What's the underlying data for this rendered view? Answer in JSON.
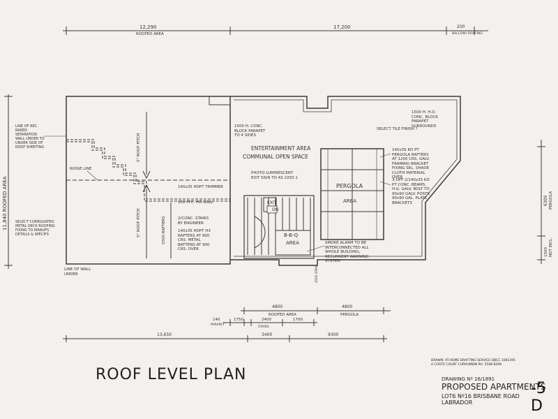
{
  "plan": {
    "title": "ROOF LEVEL PLAN",
    "top_dims": {
      "left": "12,290",
      "left_sub": "ROOFED AREA",
      "mid": "17,200",
      "right": "200",
      "right_sub": "BALCONY ROOFING"
    },
    "left_dims": {
      "main": "11,840 ROOFED AREA"
    },
    "right_dims": {
      "upper": "6300",
      "upper_sub": "PERGOLA",
      "lower": "1500",
      "lower_sub": "NOT INCL."
    },
    "bottom_dims": {
      "row1_a": "4800",
      "row1_a_sub": "ROOFED AREA",
      "row1_b": "4800",
      "row1_b_sub": "PERGOLA",
      "row2_a": "140",
      "row2_a_sub": "PARAPET",
      "row2_b": "1750",
      "row2_c": "2400",
      "row2_d": "1700",
      "row2_d_sub": "STAIRS",
      "row3_a": "13,650",
      "row3_b": "3400",
      "row3_c": "9300",
      "small_v": "4500 STAIR"
    },
    "notes": {
      "line_of_wall": "LINE OF REC. RAKED SEPARATION WALL UNDER TO UNDER SIDE OF ROOF SHEETING",
      "ridge": "RIDGE LINE",
      "roof_pitch_1": "5° ROOF PITCH",
      "roof_pitch_2": "5° ROOF PITCH",
      "rafters": "5500 RAFTERS",
      "select_corr": "SELECT CORRUGATED METAL DECK ROOFING FIXING TO MANUFS DETAILS & SPECIFS",
      "wall_under": "LINE OF WALL UNDER",
      "parapet_1": "1500 H. CONC. BLOCK PARAPET TO 4 SIDES",
      "parapet_2": "1500 H. H.D. CONC. BLOCK PARAPET SURROUNDS",
      "tile_finish": "SELECT TILE FINISH ?",
      "entertainment": "ENTERTAINMENT AREA",
      "communal": "COMMUNAL OPEN SPACE",
      "photo_lum": "PHOTO LUMINESCENT EXIT SIGN TO AS 2293.1",
      "pergola_note": "140x35 KD PT PERGOLA RAFTERS AT 1200 CRS. GALV. FRAMING BRACKET FIXING SEL. SHADE CLOTH MATERIAL OVER",
      "pergola": "PERGOLA",
      "area": "AREA",
      "beams": "3-OFF 2/140x35 KD PT CONC. BEAMS, H.G. GALV. BOLT TO 90x90 GALV. POSTS 90x90 GAL. PLATE BRACKETS",
      "trimmer": "140x35 HDPT TRIMMER",
      "galv_150": "150 PFC. HD GALV.",
      "conc_stairs": "2/CONC. STAIRS BY ENGINEER",
      "rafters_2": "140x35 HDPT H3 RAFTERS AT 900 CRS. METAL BATTENS AT 900 CRS. OVER",
      "exit": "EXIT",
      "on": "ON",
      "bbq": "B-B-Q",
      "bbq_area": "AREA",
      "smoke": "SMOKE ALARM TO BE INTERCONNECTED ALL WHOLE BUILDING, RECURRENT WARNING SYSTEM"
    }
  },
  "title_block": {
    "drawn": "DRAWN: AT-HOME DRAFTING SERVICE QBCC 1081295",
    "drawn_addr": "4 COOTE COURT CURRUMBIN  PH: 5598 8299",
    "drawing_no": "DRAWING Nº 16/1891",
    "project": "PROPOSED APARTMENTS",
    "sheet": "-5 D",
    "lot": "LOT6 Nº16 BRISBANE ROAD",
    "suburb": "LABRADOR"
  }
}
